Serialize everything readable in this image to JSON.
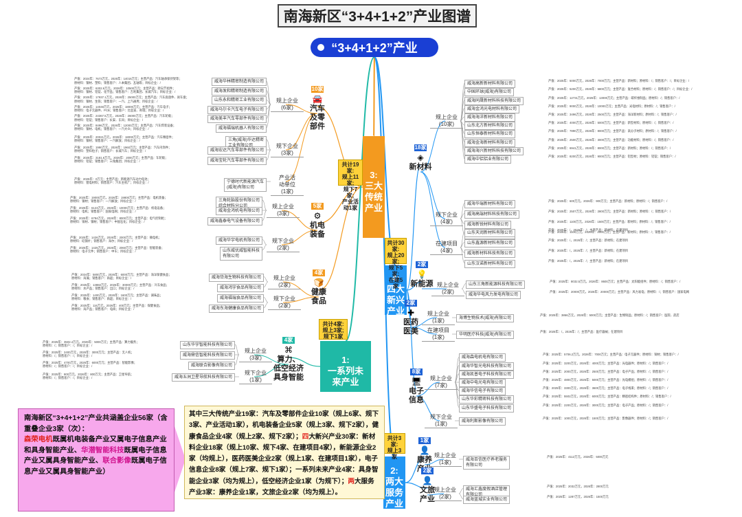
{
  "title": "南海新区“3+4+1+2”产业图谱",
  "root": "“3+4+1+2”产业",
  "colors": {
    "traditional": "#f39a1f",
    "emerging": "#2196f3",
    "future": "#1fb9a6",
    "services": "#2196f3",
    "root": "#1a3fd4",
    "note": "#f7a8ec",
    "summary": "#fff8d6",
    "highlight": "#e0201a"
  },
  "branches": {
    "traditional": {
      "label": "3:\n三大\n传统\n产业",
      "count": "共计19家:\n规上11家;\n规下7家;\n产业活动1家",
      "industries": [
        {
          "badge": "10家",
          "name": "汽车\n及零\n部件",
          "icon": "car-icon",
          "groups": [
            {
              "label": "规上企业\n(6家)",
              "companies": [
                {
                  "name": "威海华林精密制造有限公司",
                  "info": "产值：2024年：7673万元，2025年：14016万元；主营产品：汽车轴承保持架等；\n原材料：钢材、塑料；销售客户：人本集团、瓦轴等；目标企业：/"
                },
                {
                  "name": "威海发和精密制造有限公司",
                  "info": "产值：2025年：6302.6万元，2026年：10500万元；主营产品：转向节组件；\n原材料：钢材、铝锭、化学品；销售客户：吉利集团、长城汽车；目标企业：/"
                },
                {
                  "name": "山东永和精密工业有限公司",
                  "info": "产值：2025年：17937.1万元，2026年：25000万元；主营产品：汽车底盘件、刹车盘；\n原材料：钢材、生铁；销售客户：一汽、上汽通用；目标企业：/"
                },
                {
                  "name": "威海马尔卡汽车电子有限公司",
                  "info": "产值：2025年：14048万元，2026年：18000万元；主营产品：汽车电子；\n原材料：电子元器件、PCB；销售客户：比亚迪、奇瑞；目标企业：/"
                },
                {
                  "name": "威海美丰汽车零部件有限公司",
                  "info": "产值：2025年：24367.5万元，2026年：26000万元；主营产品：汽车轮毂；\n原材料：铝锭；销售客户：长安、东风；目标企业：/"
                },
                {
                  "name": "威海福瑞机器人有限公司",
                  "info": "产值：2025年：8496万元，2026年：12000万元；主营产品：汽车焊装设备；\n原材料：钢材、电机；销售客户：一汽大众；目标企业：/"
                }
              ]
            },
            {
              "label": "规下企业\n(3家)",
              "companies": [
                {
                  "name": "三角(威海)华达精密\n工业有限公司",
                  "info": "产值：2025年：20021万元，2026年：18000万元；主营产品：汽车精密件；\n原材料：钢材；销售客户：一汽解放；目标企业：/"
                },
                {
                  "name": "威海宏达汽车零部件有限公司",
                  "info": "产值：2025年：1990万元，2026年：1960万元；主营产品：汽车内饰件；\n原材料：塑料粒子；销售客户：长城汽车；目标企业：/"
                },
                {
                  "name": "威海宝轮汽车零部件有限公司",
                  "info": "产值：2025年：3181.6万元，2026年：2000万元；主营产品：车轮毂；\n原材料：铝锭；销售客户：三角集团；目标企业：/"
                }
              ]
            },
            {
              "label": "产业活\n动单位\n(1家)",
              "companies": [
                {
                  "name": "宁德时代新能源汽车\n(威海)有限公司",
                  "info": "产值：2025年：0万元；主营产品：新能源汽车动力电池；\n原材料：锂电材料；销售客户：汽车主机厂；目标企业：/"
                }
              ]
            }
          ]
        },
        {
          "badge": "5家",
          "name": "机电\n装备",
          "icon": "machine-icon",
          "groups": [
            {
              "label": "规上企业\n(3家)",
              "companies": [
                {
                  "name": "三角轮胎股份有限公司\n综合材料分公司",
                  "info": "产值：2025年：19000万元，2026年：19800万元；主营产品：电机装备；\n原材料：钢材；销售客户：一汽解放；目标企业：/"
                },
                {
                  "name": "威海金鸿机电有限公司",
                  "info": "产值：2025年：6123万元，2026年：10000万元；主营产品：机电设备；\n原材料：电机；销售客户：国家电网；目标企业：/"
                },
                {
                  "name": "威海鑫泰电气设备有限公司",
                  "info": "产值：2025年：6784万元，2026年：8000万元；主营产品：电气控制柜；\n原材料：铜材、钢材；销售客户：中国石化；目标企业：/"
                }
              ]
            },
            {
              "label": "规下企业\n(2家)",
              "companies": [
                {
                  "name": "威海华宇电机有限公司",
                  "info": "产值：2025年：1426万元，2026年：2000万元；主营产品：微电机；\n原材料：硅钢片；销售客户：海尔；目标企业：/"
                },
                {
                  "name": "山东威优威智能科技\n有限公司",
                  "info": "产值：2025年：1425万元，2026年：2060万元；主营产品：智能装备；\n原材料：电子元件；销售客户：中车；目标企业：/"
                }
              ]
            }
          ]
        },
        {
          "badge": "4家",
          "name": "健康\n食品",
          "icon": "food-icon",
          "groups": [
            {
              "label": "规上企业\n(2家)",
              "companies": [
                {
                  "name": "威海岱海生物科技有限公司",
                  "info": "产值：2024年：5800万元，2026年：6000万元；主营产品：海洋保健食品；\n原材料：海藻；销售客户：商超；目标企业：/"
                },
                {
                  "name": "威海鸿宇食品有限公司",
                  "info": "产值：2025年：13882万元，2026年：30000万元；主营产品：冷冻食品；\n原材料：水产品；销售客户：出口；目标企业：/"
                }
              ]
            },
            {
              "label": "规下企业\n(2家)",
              "companies": [
                {
                  "name": "威海福瑞食品有限公司",
                  "info": "产值：2025年：1400万元，2026年：1600万元；主营产品：调味品；\n原材料：粮食；销售客户：商超；目标企业：/"
                },
                {
                  "name": "威海东海健康食品有限公司",
                  "info": "产值：2025年：116万元，2026年：400万元；主营产品：保健食品；\n原材料：海产品；销售客户：电商；目标企业：/"
                }
              ]
            }
          ]
        }
      ]
    },
    "emerging": {
      "label": "4:\n四大\n新兴\n产业",
      "count": "共计30家:\n规上20家;\n规下5家;\n在建5家",
      "industries": [
        {
          "badge": "18家",
          "name": "新材料",
          "icon": "material-icon",
          "groups": [
            {
              "label": "规上企业\n(10家)",
              "companies": [
                {
                  "name": "威海高新新材料有限公司",
                  "info": "产值：2025年：5000万元，2026年：7000万元；主营产品：新材料；原材料：/；销售客户：/；目标企业：/"
                },
                {
                  "name": "中国环球(威海)有限公司",
                  "info": "产值：2025年：5200万元，2026年：5800万元；主营产品：复合材料；原材料：/；销售客户：/；目标企业：/"
                },
                {
                  "name": "威海同晟新材料科技有限公司",
                  "info": "产值：2025年：12731万元，2026年：13000万元；主营产品：碳纤维制品；原材料：/；销售客户：/"
                },
                {
                  "name": "威海金鸿光电材料有限公司",
                  "info": "产值：2025年：9000万元，2026年：10000万元；主营产品：光电材料；原材料：/；销售客户：/"
                },
                {
                  "name": "威海海洋新材料有限公司",
                  "info": "产值：2025年：3496万元，2026年：2500万元；主营产品：海洋新材料；原材料：/；销售客户：/"
                },
                {
                  "name": "山东北方新材料有限公司",
                  "info": "产值：2025年：4000万元，2026年：5000万元；主营产品：新型材料；原材料：/；销售客户：/"
                },
                {
                  "name": "山东恒泰新材料有限公司",
                  "info": "产值：2025年：7890万元，2026年：8000万元；主营产品：高分子材料；原材料：/；销售客户：/"
                },
                {
                  "name": "威海金海新材料有限公司",
                  "info": "产值：2025年：2500万元，2026年：3000万元；主营产品：功能材料；原材料：/；销售客户：/"
                },
                {
                  "name": "威海海兴新材料科技有限公司",
                  "info": "产值：2025年：6941万元，2026年：8000万元；主营产品：新材料；原材料：/；销售客户：/"
                },
                {
                  "name": "威海中铝铝业有限公司",
                  "info": "产值：2025年：8200万元，2026年：9000万元；主营产品：铝型材；原材料：铝锭；销售客户：/"
                }
              ]
            },
            {
              "label": "规下企业\n(4家)",
              "companies": [
                {
                  "name": "威海华瑞新材料有限公司",
                  "info": "产值：2025年：600万元，2026年：900万元；主营产品：新材料；原材料：/；销售客户：/"
                },
                {
                  "name": "威海高端材料科技有限公司",
                  "info": "产值：2025年：2507万元，2026年：2800万元；主营产品：新材料；原材料：/；销售客户：/"
                },
                {
                  "name": "威海新锐材料有限公司",
                  "info": "产值：2025年：1100万元，2026年：1500万元；主营产品：新材料；原材料：/；销售客户：/"
                },
                {
                  "name": "威海鑫元新材料有限公司",
                  "info": "产值：2025年：1100万元，2026年：2000万元；主营产品：新材料；原材料：/；销售客户：/"
                }
              ]
            },
            {
              "label": "在建项目\n(4家)",
              "companies": [
                {
                  "name": "山东天润新材料有限公司",
                  "info": "产值：2025年：/，2026年：/；主营产品：新材料；在建项目"
                },
                {
                  "name": "山东鑫源新材料有限公司",
                  "info": "产值：2025年：/，2026年：/；主营产品：新材料；在建项目"
                },
                {
                  "name": "威海新材料科技有限公司",
                  "info": "产值：2025年：/，2026年：/；主营产品：新材料；在建项目"
                },
                {
                  "name": "山东汉诺新材料有限公司",
                  "info": "产值：2025年：/，2026年：/；主营产品：新材料；在建项目"
                }
              ]
            }
          ]
        },
        {
          "badge": "2家",
          "name": "新能源",
          "icon": "energy-icon",
          "groups": [
            {
              "label": "规上企业\n(2家)",
              "companies": [
                {
                  "name": "山东三角新能源科技有限公司",
                  "info": "产值：2025年：8032.5万元，2026年：8600万元；主营产品：太阳能组件；原材料：/；销售客户：/"
                },
                {
                  "name": "威海华电风力发电有限公司",
                  "info": "产值：2025年：20000万元，2026年：20000万元；主营产品：风力发电；原材料：/；销售客户：国家电网"
                }
              ]
            }
          ]
        },
        {
          "badge": "2家",
          "name": "医药\n医美",
          "icon": "medicine-icon",
          "groups": [
            {
              "label": "规上企业\n(1家)",
              "companies": [
                {
                  "name": "海博生物技术(威海)有限公司",
                  "info": "产值：2025年：3866万元，2026年：5000万元；主营产品：生物制品；原材料：/；销售客户：医院、药店"
                }
              ]
            },
            {
              "label": "在建项目\n(1家)",
              "companies": [
                {
                  "name": "华明医疗科技(威海)有限公司",
                  "info": "产值：2025年：/，2026年：/；主营产品：医疗器械；在建项目"
                }
              ]
            }
          ]
        },
        {
          "badge": "8家",
          "name": "电子\n信息",
          "icon": "electronics-icon",
          "groups": [
            {
              "label": "规上企业\n(7家)",
              "companies": [
                {
                  "name": "威海森电机电有限公司",
                  "info": "产值：2025年：5706.2万元，2026年：7000万元；主营产品：电子元器件；原材料：铜材；销售客户：/"
                },
                {
                  "name": "威海华智光电科技有限公司",
                  "info": "产值：2025年：3200万元，2026年：4000万元；主营产品：光电器件；原材料：/；销售客户：/"
                },
                {
                  "name": "威海凯普电子科技有限公司",
                  "info": "产值：2025年：2000万元，2026年：2500万元；主营产品：电子产品；原材料：/；销售客户：/"
                },
                {
                  "name": "威海中电光电有限公司",
                  "info": "产值：2025年：4800万元，2026年：5000万元；主营产品：光电模组；原材料：/；销售客户：/"
                },
                {
                  "name": "威海华信电子有限公司",
                  "info": "产值：2025年：3300万元，2026年：3600万元；主营产品：电子线束；原材料：/；销售客户：/"
                },
                {
                  "name": "山东华彩精密科技有限公司",
                  "info": "产值：2025年：5502万元，2026年：6000万元；主营产品：精密结构件；原材料：/；销售客户：/"
                },
                {
                  "name": "山东华盛电子科技有限公司",
                  "info": "产值：2025年：2200万元，2026年：3000万元；主营产品：电子产品；原材料：/；销售客户：/"
                }
              ]
            },
            {
              "label": "规下企业\n(1家)",
              "companies": [
                {
                  "name": "威海利斯影像有限公司",
                  "info": "产值：2025年：1000万元，2026年：1500万元；主营产品：影像器件；原材料：/；销售客户：/"
                }
              ]
            }
          ]
        }
      ]
    },
    "future": {
      "label": "1:\n一系列未\n来产业",
      "count": "共计4家:\n规上3家;\n规下1家",
      "industries": [
        {
          "badge": "4家",
          "name": "算力、\n低空经济\n具身智能",
          "icon": "ai-icon",
          "groups": [
            {
              "label": "规上企业\n(3家)",
              "companies": [
                {
                  "name": "山东华宇智能科技有限公司",
                  "info": "产值：2025年：3502.4万元，2026年：5000万元；主营产品：算力服务；\n原材料：/；销售客户：/；目标企业：/"
                },
                {
                  "name": "威海鼎信智能科技有限公司",
                  "info": "产值：2025年：2400万元，2026年：3000万元；主营产品：无人机；\n原材料：/；销售客户：/；目标企业：/"
                },
                {
                  "name": "威海联合影像有限公司",
                  "info": "产值：2025年：4700万元，2026年：6000万元；主营产品：智能影像；\n原材料：/；销售客户：/；目标企业：/"
                }
              ]
            },
            {
              "label": "规下企业\n(1家)",
              "companies": [
                {
                  "name": "威海五洲卫星导航科技有限公司",
                  "info": "产值：2025年：800万元，2026年：800万元；主营产品：卫星导航；\n原材料：/；销售客户：/；目标企业：/"
                }
              ]
            }
          ]
        }
      ]
    },
    "services": {
      "label": "2:\n两大\n服务\n产业",
      "count": "共计3家:\n规上3家",
      "industries": [
        {
          "badge": "1家",
          "name": "康养\n产业",
          "icon": "care-icon",
          "groups": [
            {
              "label": "规上企业\n(1家)",
              "companies": [
                {
                  "name": "威海百信医疗养老服务\n有限公司",
                  "info": "产值：2025年：4112万元，2026年：5000万元"
                }
              ]
            }
          ]
        },
        {
          "badge": "2家",
          "name": "文旅\n产业",
          "icon": "tourism-icon",
          "groups": [
            {
              "label": "规上企业\n(2家)",
              "companies": [
                {
                  "name": "威海汇鑫度假酒店管理\n有限公司",
                  "info": "产值：2025年：2032万元，2026年：2800万元"
                },
                {
                  "name": "威海蓝城实业有限公司",
                  "info": "产值：2025年：1287万元，2026年：1500万元"
                }
              ]
            }
          ]
        }
      ]
    }
  },
  "note_left": {
    "p1": "南海新区“3+4+1+2”产业共涵盖企业56家（含重叠企业3家（次）：",
    "h1": "森荣电机",
    "t1": "既属机电装备产业又属电子信息产业和具身智能产业、",
    "h2": "华潜智能科技",
    "t2": "既属电子信息产业又属具身智能产业、",
    "h3": "联合影像",
    "t3": "既属电子信息产业又属具身智能产业）"
  },
  "note_right": {
    "text1": "其中三大传统产业19家：汽车及零部件企业10家（规上6家、规下3家、产业活动1家），机电装备企业5家（规上3家、规下2家），健康食品企业4家（规上2家、规下2家）；",
    "h1": "四",
    "text2": "大新兴产业30家：新材料企业18家（规上10家、规下4家、在建项目4家），新能源企业2家（均规上），医药医美企业2家（规上1家、在建项目1家），电子信息企业8家（规上7家、规下1家）；一系列未来产业4家：具身智能企业3家（均为规上），低空经济企业1家（为规下）；",
    "h2": "两",
    "text3": "大服务产业3家：康养企业1家，文旅企业2家（均为规上）。"
  }
}
